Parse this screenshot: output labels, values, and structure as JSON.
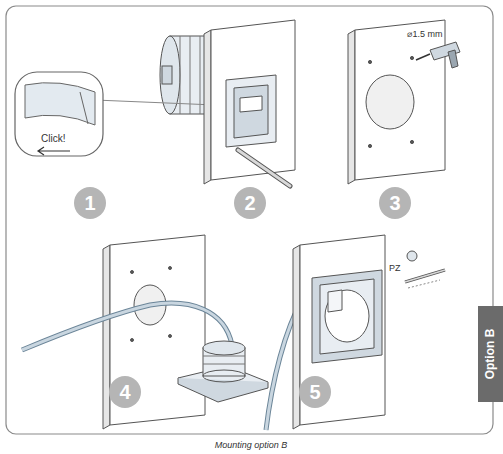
{
  "diagram": {
    "caption": "Mounting option B",
    "nodes": [
      {
        "text": [
          "1"
        ]
      },
      {
        "text": [
          "2"
        ]
      },
      {
        "text": [
          "3"
        ]
      },
      {
        "text": [
          "4"
        ]
      },
      {
        "text": [
          "5"
        ]
      },
      {
        "text": [
          "Option B"
        ]
      }
    ],
    "labels": [
      "Click!",
      "⌀1.5 mm",
      "PZ"
    ]
  }
}
